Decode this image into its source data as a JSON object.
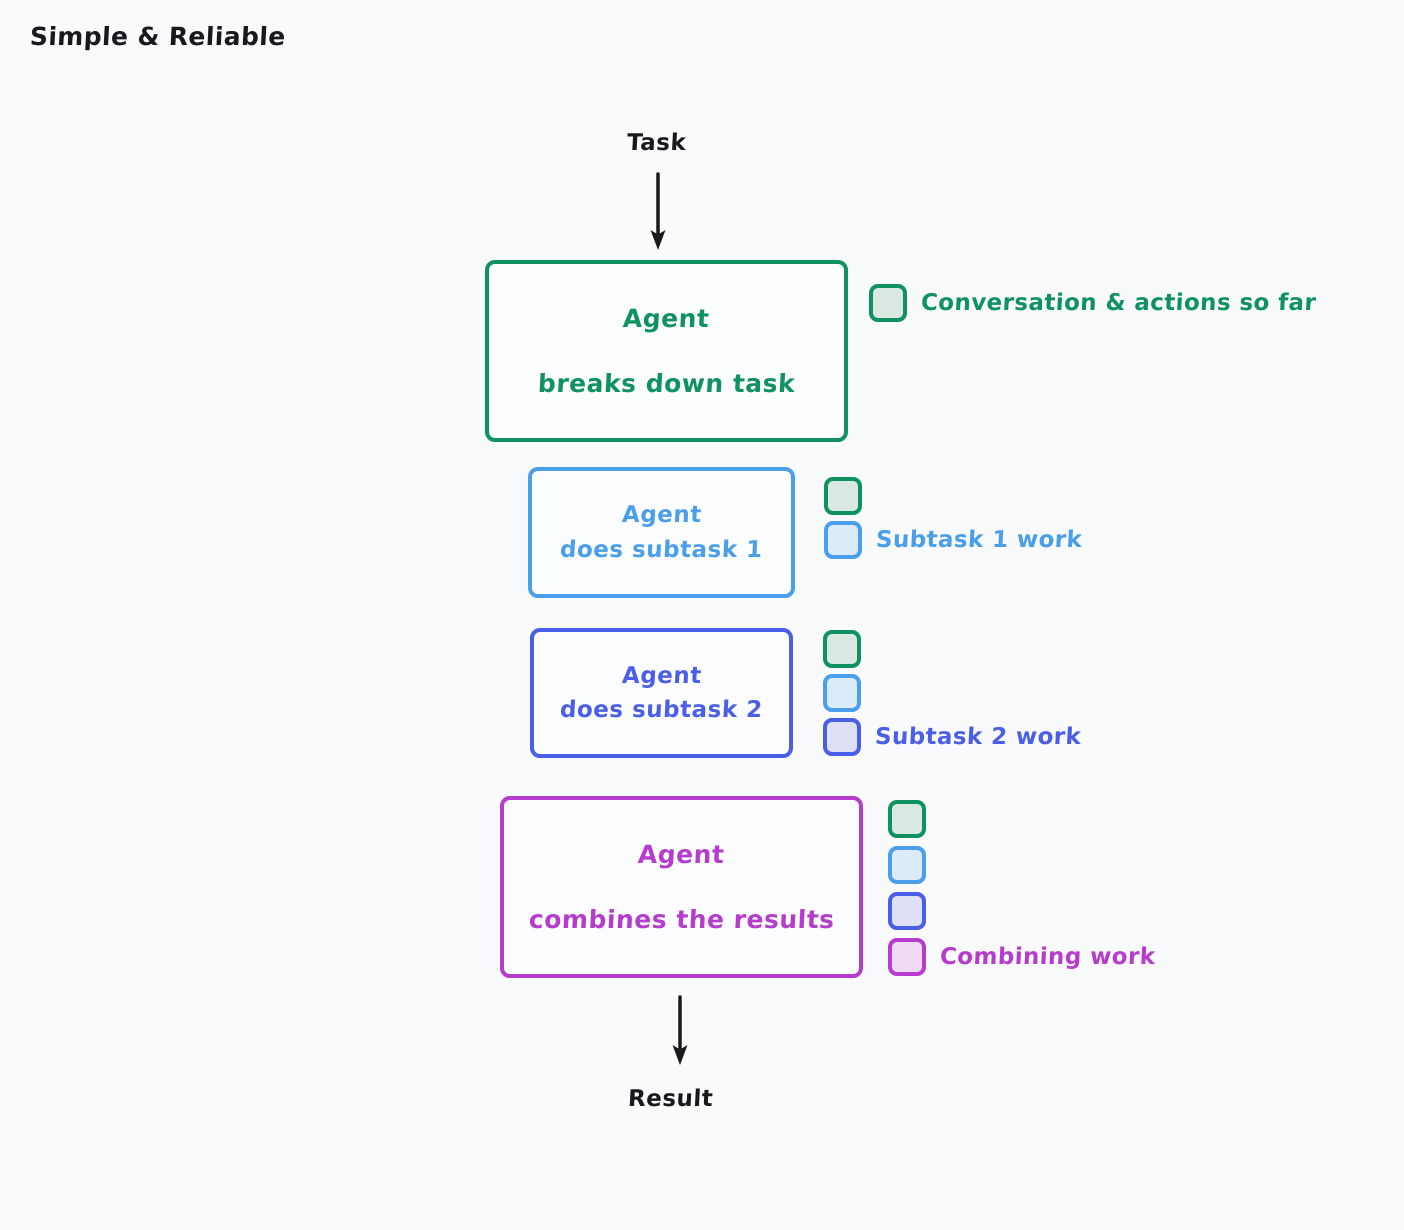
{
  "title": "Simple & Reliable",
  "background_color": "#f8fafc",
  "endpoints": {
    "start_label": "Task",
    "end_label": "Result"
  },
  "palette": {
    "green": "#0f9260",
    "green_fill": "#d9e9e2",
    "blue": "#4a9eea",
    "blue_fill": "#dcebf9",
    "indigo": "#4a5ee8",
    "indigo_fill": "#dde0f6",
    "purple": "#b53ccc",
    "purple_fill": "#eedaf4",
    "arrow": "#17191c",
    "text_dark": "#17191c"
  },
  "stages": [
    {
      "id": "breakdown",
      "color_key": "green",
      "line_1": "Agent",
      "line_2": "breaks down task",
      "legend_swatches": [
        "green"
      ],
      "legend_label": "Conversation & actions so far"
    },
    {
      "id": "subtask-1",
      "color_key": "blue",
      "line_1": "Agent",
      "line_2": "does subtask 1",
      "legend_swatches": [
        "green",
        "blue"
      ],
      "legend_label": "Subtask 1 work"
    },
    {
      "id": "subtask-2",
      "color_key": "indigo",
      "line_1": "Agent",
      "line_2": "does subtask 2",
      "legend_swatches": [
        "green",
        "blue",
        "indigo"
      ],
      "legend_label": "Subtask 2 work"
    },
    {
      "id": "combine",
      "color_key": "purple",
      "line_1": "Agent",
      "line_2": "combines the results",
      "legend_swatches": [
        "green",
        "blue",
        "indigo",
        "purple"
      ],
      "legend_label": "Combining work"
    }
  ],
  "arrows": [
    {
      "name": "task-to-agent",
      "from": "Task",
      "to": "Agent breaks down task",
      "direction": "down"
    },
    {
      "name": "agent-to-result",
      "from": "Agent combines the results",
      "to": "Result",
      "direction": "down"
    }
  ]
}
